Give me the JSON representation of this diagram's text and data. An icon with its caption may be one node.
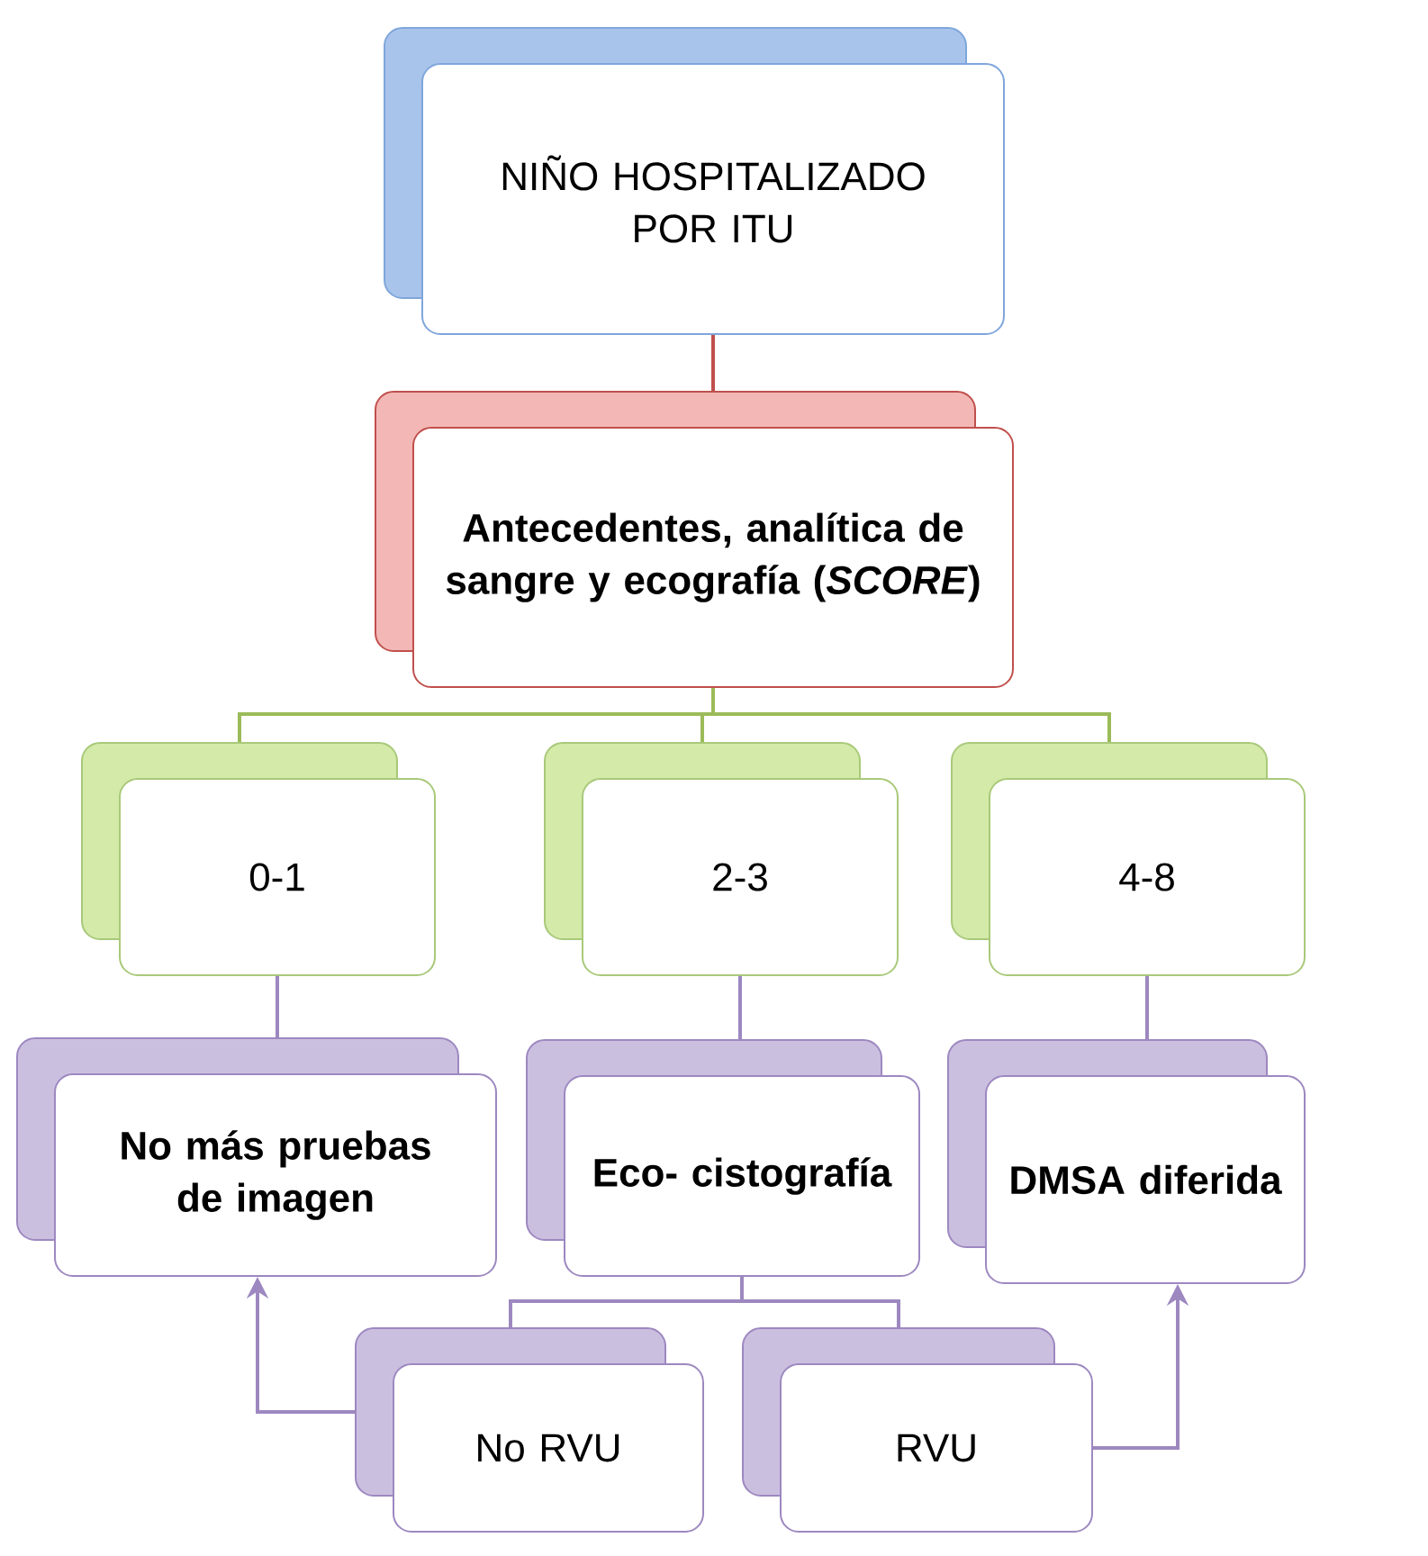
{
  "diagram": {
    "nodes": [
      {
        "text": [
          "NIÑO HOSPITALIZADO POR ITU"
        ]
      },
      {
        "text": [
          "Antecedentes, analítica de sangre y ecografía (*SCORE*)"
        ]
      },
      {
        "text": [
          "0-1"
        ]
      },
      {
        "text": [
          "2-3"
        ]
      },
      {
        "text": [
          "4-8"
        ]
      },
      {
        "text": [
          "No más pruebas de imagen"
        ]
      },
      {
        "text": [
          "Eco- cistografía"
        ]
      },
      {
        "text": [
          "DMSA diferida"
        ]
      },
      {
        "text": [
          "No RVU"
        ]
      },
      {
        "text": [
          "RVU"
        ]
      }
    ],
    "edges": [
      {
        "from": 0,
        "to": 1,
        "arrow": "none",
        "color": "#c0504d"
      },
      {
        "from": 1,
        "to": 2,
        "arrow": "none",
        "color": "#9bbb59"
      },
      {
        "from": 1,
        "to": 3,
        "arrow": "none",
        "color": "#9bbb59"
      },
      {
        "from": 1,
        "to": 4,
        "arrow": "none",
        "color": "#9bbb59"
      },
      {
        "from": 2,
        "to": 5,
        "arrow": "none"
      },
      {
        "from": 3,
        "to": 6,
        "arrow": "none"
      },
      {
        "from": 4,
        "to": 7,
        "arrow": "none"
      },
      {
        "from": 6,
        "to": 8,
        "arrow": "none"
      },
      {
        "from": 6,
        "to": 9,
        "arrow": "none"
      },
      {
        "from": 8,
        "to": 5,
        "arrow": "to"
      },
      {
        "from": 9,
        "to": 7,
        "arrow": "to"
      }
    ]
  }
}
